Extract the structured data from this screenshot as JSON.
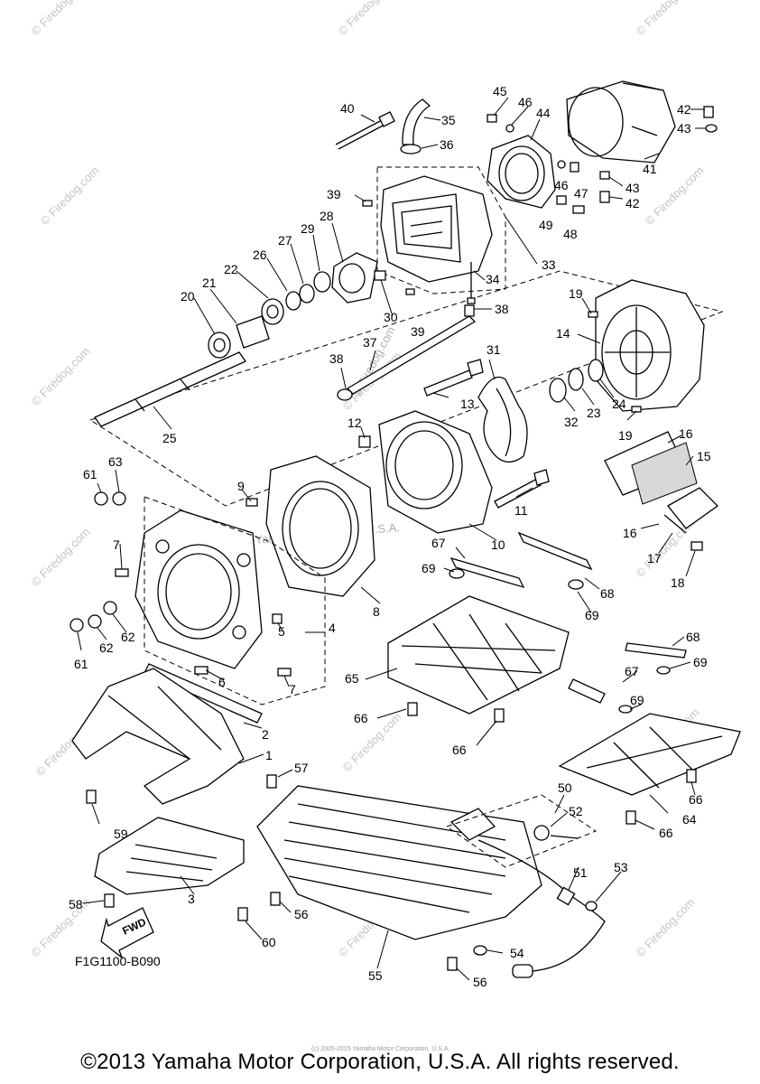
{
  "diagram": {
    "part_numbers": {
      "p1": "1",
      "p2": "2",
      "p3": "3",
      "p4": "4",
      "p5": "5",
      "p6": "6",
      "p7a": "7",
      "p7b": "7",
      "p8": "8",
      "p9": "9",
      "p10": "10",
      "p11": "11",
      "p12": "12",
      "p13": "13",
      "p14": "14",
      "p15": "15",
      "p16a": "16",
      "p16b": "16",
      "p17": "17",
      "p18": "18",
      "p19a": "19",
      "p19b": "19",
      "p20": "20",
      "p21": "21",
      "p22": "22",
      "p23": "23",
      "p24": "24",
      "p25": "25",
      "p26": "26",
      "p27": "27",
      "p28": "28",
      "p29": "29",
      "p30": "30",
      "p31": "31",
      "p32": "32",
      "p33": "33",
      "p34": "34",
      "p35": "35",
      "p36": "36",
      "p37": "37",
      "p38a": "38",
      "p38b": "38",
      "p39a": "39",
      "p39b": "39",
      "p40": "40",
      "p41": "41",
      "p42a": "42",
      "p42b": "42",
      "p43a": "43",
      "p43b": "43",
      "p44": "44",
      "p45": "45",
      "p46a": "46",
      "p46b": "46",
      "p47": "47",
      "p48": "48",
      "p49": "49",
      "p50": "50",
      "p51": "51",
      "p52": "52",
      "p53": "53",
      "p54": "54",
      "p55": "55",
      "p56a": "56",
      "p56b": "56",
      "p57": "57",
      "p58": "58",
      "p59": "59",
      "p60": "60",
      "p61a": "61",
      "p61b": "61",
      "p62a": "62",
      "p62b": "62",
      "p63": "63",
      "p64": "64",
      "p65": "65",
      "p66a": "66",
      "p66b": "66",
      "p66c": "66",
      "p66d": "66",
      "p67a": "67",
      "p67b": "67",
      "p68a": "68",
      "p68b": "68",
      "p69a": "69",
      "p69b": "69",
      "p69c": "69",
      "p69d": "69"
    },
    "fwd_label": "FWD",
    "diagram_code": "F1G1100-B090",
    "watermark": "© Firedog.com",
    "center_watermark": "Yamaha Motor Corp, U.S.A.",
    "tiny_credit": "(c) 2005-2015 Yamaha Motor Corporation, U.S.A."
  },
  "footer": {
    "copyright": "©2013 Yamaha Motor Corporation, U.S.A. All rights reserved."
  },
  "colors": {
    "line": "#000000",
    "watermark": "#c4c4c4",
    "background": "#ffffff"
  }
}
